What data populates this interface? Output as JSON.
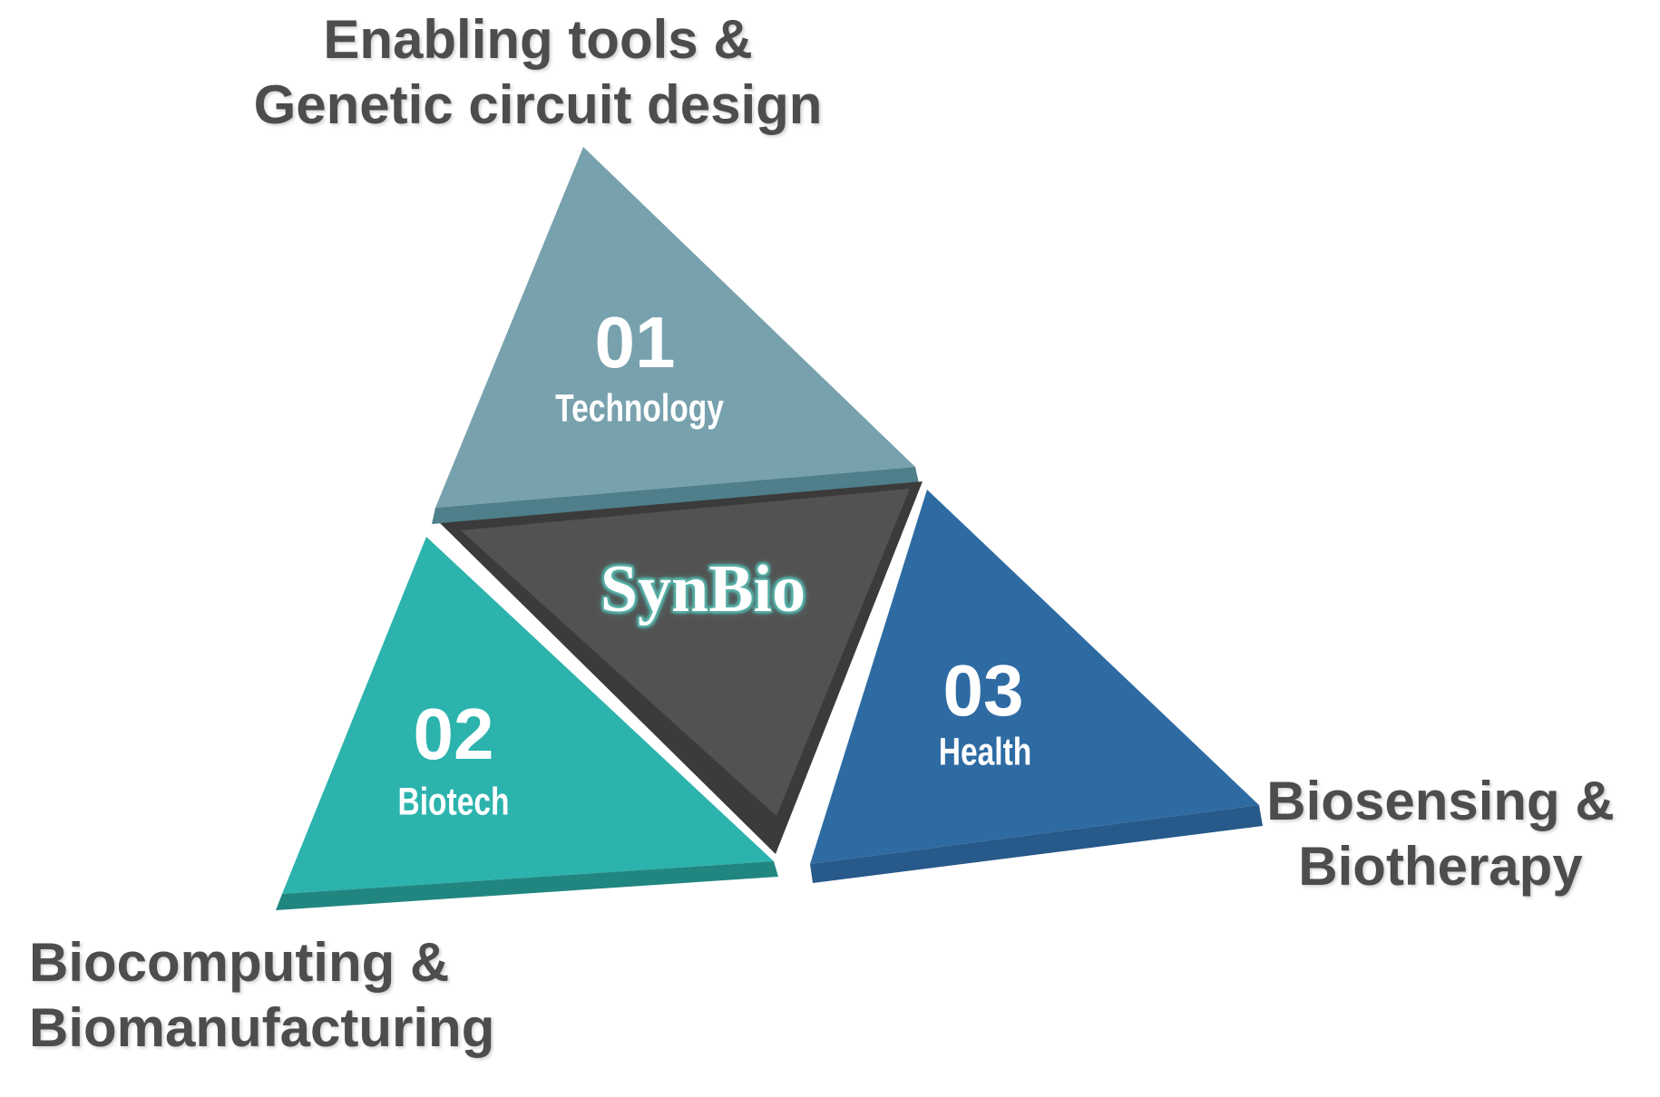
{
  "diagram": {
    "title": "SynBio pyramid diagram",
    "center": {
      "label": "SynBio"
    },
    "sections": [
      {
        "number": "01",
        "name": "Technology",
        "caption_lines": [
          "Enabling tools &",
          "Genetic circuit design"
        ],
        "color": "#77a1ad",
        "edge_color": "#4e7f8a"
      },
      {
        "number": "02",
        "name": "Biotech",
        "caption_lines": [
          "Biocomputing &",
          "Biomanufacturing"
        ],
        "color": "#2cb3ad",
        "edge_color": "#218680"
      },
      {
        "number": "03",
        "name": "Health",
        "caption_lines": [
          "Biosensing &",
          "Biotherapy"
        ],
        "color": "#2e6ba3",
        "edge_color": "#27598a"
      }
    ],
    "colors": {
      "background": "#ffffff",
      "center_fill": "#525252",
      "center_edge": "#3b3b3b",
      "caption_text": "#4d4d4d",
      "inner_text": "#ffffff",
      "synbio_glow": "#57b0a8"
    }
  }
}
